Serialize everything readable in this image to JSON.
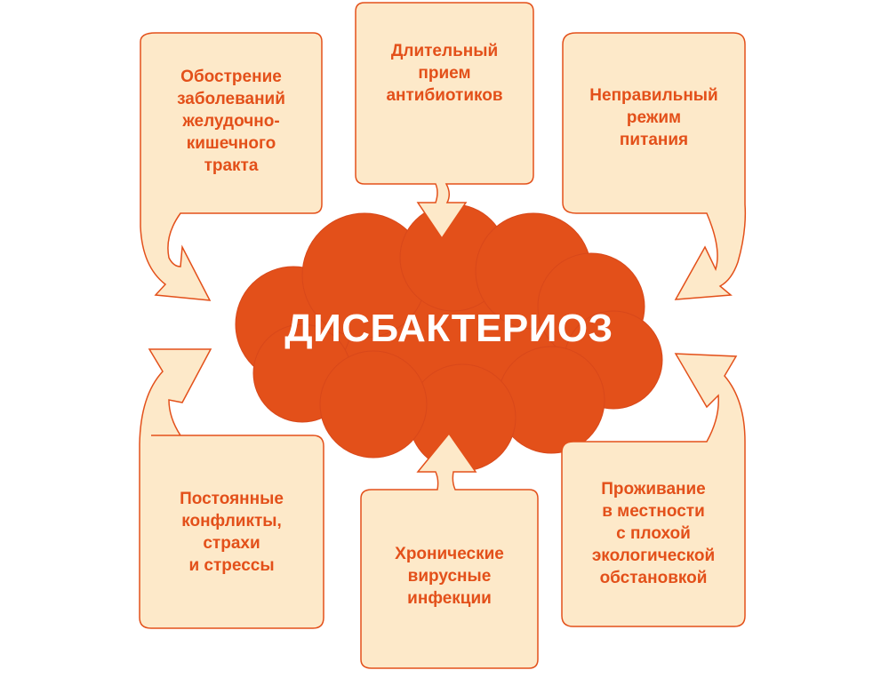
{
  "colors": {
    "box_fill": "#fde9c9",
    "box_stroke": "#e3501a",
    "text": "#e3501a",
    "cloud_fill": "#e3501a",
    "center_text": "#ffffff"
  },
  "center": {
    "title": "ДИСБАКТЕРИОЗ"
  },
  "boxes": [
    {
      "id": "top-left",
      "text": "Обострение\nзаболеваний\nжелудочно-\nкишечного\nтракта"
    },
    {
      "id": "top-center",
      "text": "Длительный\nприем\nантибиотиков"
    },
    {
      "id": "top-right",
      "text": "Неправильный\nрежим\nпитания"
    },
    {
      "id": "bottom-left",
      "text": "Постоянные\nконфликты,\nстрахи\nи стрессы"
    },
    {
      "id": "bottom-center",
      "text": "Хронические\nвирусные\nинфекции"
    },
    {
      "id": "bottom-right",
      "text": "Проживание\nв местности\nс плохой\nэкологической\nобстановкой"
    }
  ]
}
